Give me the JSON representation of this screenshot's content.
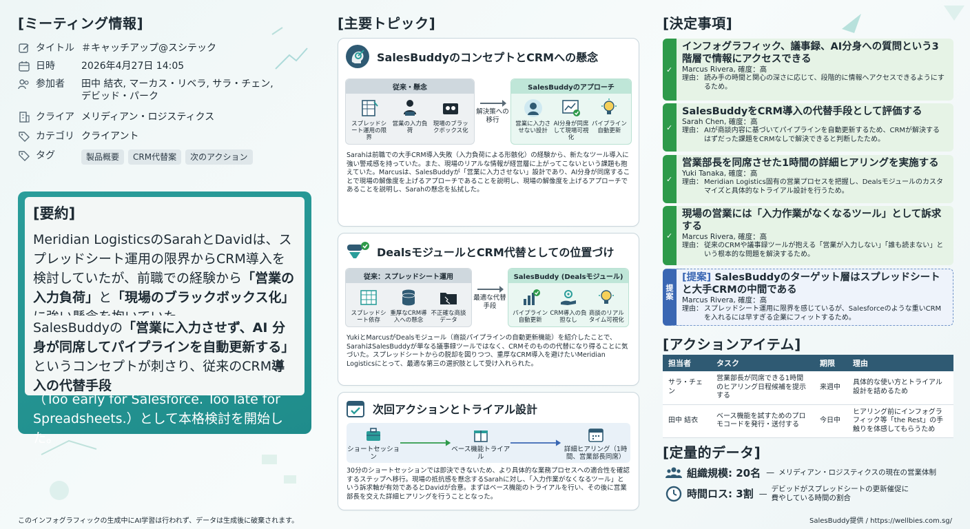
{
  "meeting": {
    "heading": "[ミーティング情報]",
    "rows": [
      {
        "key": "タイトル",
        "value": "＃キャッチアップ@スシテック"
      },
      {
        "key": "日時",
        "value": "2026年4月27日 14:05"
      },
      {
        "key": "参加者",
        "value": "田中 結衣, マーカス・リベラ, サラ・チェン, デビッド・パーク"
      },
      {
        "key": "クライア",
        "value": "メリディアン・ロジスティクス"
      },
      {
        "key": "カテゴリ",
        "value": "クライアント"
      }
    ],
    "tags_key": "タグ",
    "tags": [
      "製品概要",
      "CRM代替案",
      "次のアクション"
    ]
  },
  "summary": {
    "heading": "[要約]",
    "p1": "Meridian LogisticsのSarahとDavidは、スプレッドシート運用の限界からCRM導入を検討していたが、前職での経験から",
    "p1_bold1": "「営業の入力負荷」",
    "p1_mid": "と",
    "p1_bold2": "「現場のブラックボックス化」",
    "p1_end": "に強い懸念を抱いていた。",
    "p2": "SalesBuddyの",
    "p2_bold": "「営業に入力させず、AI 分身が同席してパイプラインを自動更新する」",
    "p2_mid": "というコンセプトが刺さり、従来のCRM",
    "p2_bold2": "導入の代替手段",
    "tail": "（Too early for Salesforce. Too late for Spreadsheets.）として本格検討を開始した。"
  },
  "topics": {
    "heading": "[主要トピック]",
    "t1": {
      "title": "SalesBuddyのコンセプトとCRMへの懸念",
      "left_head": "従来・懸念",
      "left_items": [
        "スプレッドシート運用の限界",
        "営業の入力負荷",
        "現場のブラックボックス化"
      ],
      "arrow_label": "解決策への移行",
      "right_head": "SalesBuddyのアプローチ",
      "right_items": [
        "営業に入力させない設計",
        "AI分身が同席して現場可視化",
        "パイプライン自動更新"
      ],
      "body": "Sarahは前職での大手CRM導入失敗（入力負荷による形骸化）の経験から、新たなツール導入に強い警戒感を持っていた。また、現場のリアルな情報が経営層に上がってこないという課題も抱えていた。Marcusは、SalesBuddyが「営業に入力させない」設計であり、AI分身が同席することで現場の解像度を上げるアプローチであることを説明し、現場の解像度を上げるアプローチであることを説明し、Sarahの懸念を払拭した。"
    },
    "t2": {
      "title": "DealsモジュールとCRM代替としての位置づけ",
      "left_head": "従来：スプレッドシート運用",
      "left_items": [
        "スプレッドシート依存",
        "重厚なCRM導入への懸念",
        "不正確な商談データ"
      ],
      "arrow_label": "最適な代替手段",
      "right_head": "SalesBuddy (Dealsモジュール)",
      "right_items": [
        "パイプライン自動更新",
        "CRM導入の負担なし",
        "商談のリアルタイム可視化"
      ],
      "body": "YukiとMarcusがDealsモジュール（商談パイプラインの自動更新機能）を紹介したことで、SarahはSalesBuddyが単なる議事録ツールではなく、CRMそのものの代替になり得ることに気づいた。スプレッドシートからの脱却を図りつつ、重厚なCRM導入を避けたいMeridian Logisticsにとって、最適な第三の選択肢として受け入れられた。"
    },
    "t3": {
      "title": "次回アクションとトライアル設計",
      "steps": [
        "ショートセッション",
        "ベース機能トライアル",
        "詳細ヒアリング（1時間、営業部長同席）"
      ],
      "body": "30分のショートセッションでは即決できないため、より具体的な業務プロセスへの適合性を確認するステップへ移行。現場の抵抗感を懸念するSarahに対し、「入力作業がなくなるツール」という訴求軸が有効であるとDavidが合意。まずはベース機能のトライアルを行い、その後に営業部長を交えた詳細ヒアリングを行うこととなった。"
    }
  },
  "decisions": {
    "heading": "[決定事項]",
    "reason_label": "理由：",
    "items": [
      {
        "title": "インフォグラフィック、議事録、AI分身への質問という3階層で情報にアクセスできる",
        "by": "Marcus Rivera, 確度：高",
        "reason": "読み手の時間と関心の深さに応じて、段階的に情報へアクセスできるようにするため。"
      },
      {
        "title": "SalesBuddyをCRM導入の代替手段として評価する",
        "by": "Sarah Chen, 確度：高",
        "reason": "AIが商談内容に基づいてパイプラインを自動更新するため、CRMが解決するはずだった課題をCRMなしで解決できると判断したため。"
      },
      {
        "title": "営業部長を同席させた1時間の詳細ヒアリングを実施する",
        "by": "Yuki Tanaka, 確度：高",
        "reason": "Meridian Logistics固有の営業プロセスを把握し、Dealsモジュールのカスタマイズと具体的なトライアル設計を行うため。"
      },
      {
        "title": "現場の営業には「入力作業がなくなるツール」として訴求する",
        "by": "Marcus Rivera, 確度：高",
        "reason": "従来のCRMや議事録ツールが抱える「営業が入力しない」「誰も読まない」という根本的な問題を解決するため。"
      }
    ],
    "proposal": {
      "side_label": "提案",
      "tag": "[提案]",
      "title": "SalesBuddyのターゲット層はスプレッドシートと大手CRMの中間である",
      "by": "Marcus Rivera, 確度：高",
      "reason": "スプレッドシート運用に限界を感じているが、Salesforceのような重いCRMを入れるには早すぎる企業にフィットするため。"
    }
  },
  "actions": {
    "heading": "[アクションアイテム]",
    "columns": [
      "担当者",
      "タスク",
      "期限",
      "理由"
    ],
    "rows": [
      [
        "サラ・チェン",
        "営業部長が同席できる1時間のヒアリング日程候補を提示する",
        "来週中",
        "具体的な使い方とトライアル設計を詰めるため"
      ],
      [
        "田中 結衣",
        "ベース機能を試すためのプロモコードを発行・送付する",
        "今日中",
        "ヒアリング前にインフォグラフィック等「the Rest」の手触りを体感してもらうため"
      ]
    ]
  },
  "quant": {
    "heading": "[定量的データ]",
    "rows": [
      {
        "key": "組織規模: 20名",
        "desc": "メリディアン・ロジスティクスの現在の営業体制"
      },
      {
        "key": "時間ロス: 3割",
        "desc": "デビッドがスプレッドシートの更新催促に費やしている時間の割合"
      }
    ]
  },
  "footer": {
    "left": "このインフォグラフィックの生成中にAI学習は行われず、データは生成後に破棄されます。",
    "right": "SalesBuddy提供 / https://wellbies.com.sg/"
  },
  "colors": {
    "teal": "#2a9d9a",
    "green": "#2e9a4a",
    "navy": "#2f5a73",
    "blue": "#3a67b3"
  }
}
